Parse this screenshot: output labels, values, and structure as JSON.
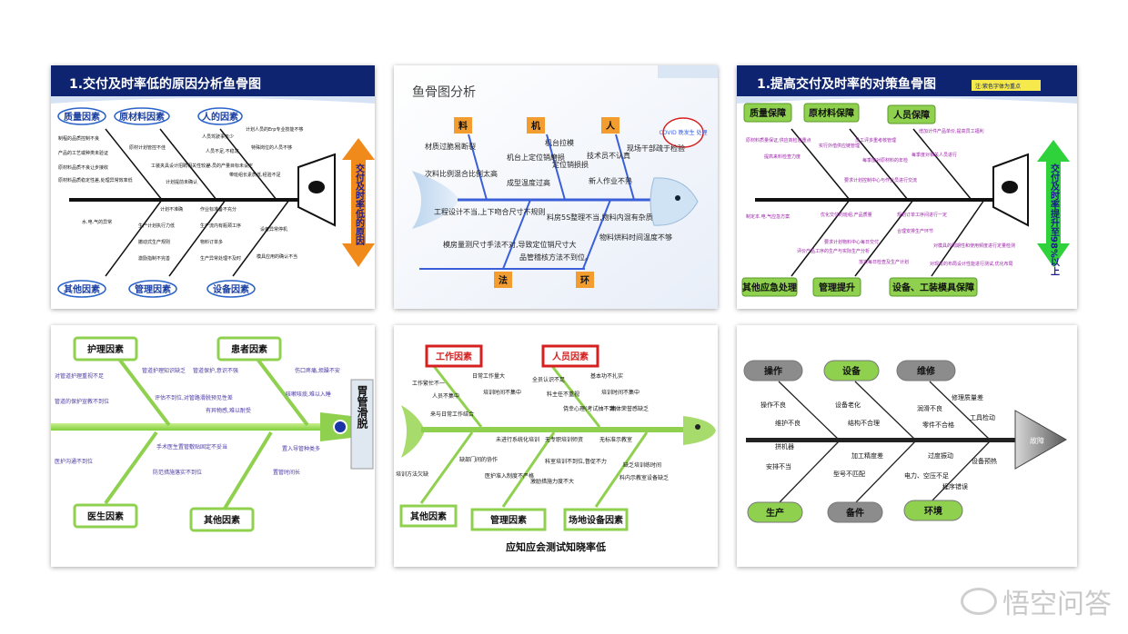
{
  "p1": {
    "title": "1.交付及时率低的原因分析鱼骨图",
    "head": "交付及时率低的原因",
    "cats": [
      "质量因素",
      "原材料因素",
      "人的因素",
      "其他因素",
      "管理因素",
      "设备因素"
    ],
    "upper": [
      "制程的品质控制不良",
      "产品的工艺或种类未验证",
      "原材料品质不良让步接收",
      "原材料品质稳定性差,处理异常效率低",
      "原材计划管控不佳",
      "工装夹具设计招聘相关性较差",
      "计划提前未确认",
      "人员驾驶事务少",
      "人员不足,不稳定",
      "人员的产量目标未设定",
      "计划人员的Erp专业技能不够",
      "特殊岗位的人员不够",
      "带班组长素质低,经验不足"
    ],
    "lower": [
      "水.电.气的异常",
      "计划不准确",
      "生产计划执行力低",
      "撤动式生产规则",
      "激励指制不完善",
      "作业标准备不充分",
      "生产流内有瓶颈工序",
      "物料订单多",
      "生产异常处理不及时",
      "设备异常停机",
      "模具应用的确认不当"
    ]
  },
  "p2": {
    "title": "鱼骨图分析",
    "cats": [
      "料",
      "机",
      "人",
      "法",
      "环"
    ],
    "head_note": "COVID 晚发生 处理",
    "upper": [
      "材质过脆易断裂",
      "次料比例混合比例太高",
      "机台上定位销磨损",
      "成型温度过高",
      "机台拉模",
      "定位销损损",
      "技术员不认真",
      "新人作业不熟",
      "现场干部疏于检验"
    ],
    "lower": [
      "工程设计不当,上下吻合尺寸不规则",
      "模房量测尺寸手法不对,导致定位销尺寸大",
      "品管稽核方法不到位。",
      "料房5S整理不当,物料内混有杂质",
      "物料烘料时间温度不够"
    ]
  },
  "p3": {
    "title": "1.提高交付及时率的对策鱼骨图",
    "note": "注:紫色字体为重点",
    "head": "交付及时率提升至98%以上",
    "cats": [
      "质量保障",
      "原材料保障",
      "人员保障",
      "其他应急处理",
      "管理提升",
      "设备、工装模具保障"
    ],
    "upper": [
      "原材料质量保证,供应商检验重点",
      "提高来料检查力度",
      "实行外借供应链管理",
      "员工评多重考核管理",
      "每季度对原材料的年检",
      "增加计件产品单价,提高员工福利",
      "每季度对相关人员进行",
      "要求计划控制中心与作业员进行交流"
    ],
    "lower": [
      "制定本.电.气应急方案",
      "优化交付的班组,产品质量",
      "要求计划物料中心每日交付",
      "评价产品工序的生产与实际生产分析",
      "落实每日检查及生产计划",
      "规划订单工序间进行一定",
      "合理安排生产环节",
      "对模具的周期性和使用频度进行定量检测",
      "对现有的布局设计性能进行测试,优化布局"
    ]
  },
  "p4": {
    "head": "胃管滑脱",
    "cats": [
      "护理因素",
      "患者因素",
      "医生因素",
      "其他因素"
    ],
    "upper": [
      "对管道护理重视不足",
      "管道护理知识缺乏",
      "管道的保护宣教不到位",
      "评估不到位,对管路滑脱预见性差",
      "管道保护,意识不强",
      "伤口疼痛,烦躁不安",
      "咳嗽咳痰,难以入睡",
      "有异物感,难以耐受"
    ],
    "lower": [
      "医护沟通不到位",
      "手术医生置管敷贴固定不妥当",
      "防范措施落实不到位",
      "置入导管种类多",
      "置管时间长"
    ]
  },
  "p5": {
    "caption": "应知应会测试知晓率低",
    "cats": [
      "工作因素",
      "人员因素",
      "其他因素",
      "管理因素",
      "场地设备因素"
    ],
    "upper": [
      "工作繁忙不一",
      "日常工作量大",
      "全员认识不足",
      "基本功不扎实",
      "人员不集中",
      "培训时间不集中",
      "料主任不重视",
      "培训时间不集中",
      "来与日常工作结合",
      "侥幸心理(考试抽不到)",
      "集体荣誉感缺乏"
    ],
    "lower": [
      "未进行系统化培训",
      "无专职培训师资",
      "无标准示教室",
      "缺乏培训练时间",
      "缺部门间的协作",
      "科室培训不到位,督促不力",
      "料内示教室设备缺乏",
      "培训方法欠缺",
      "医护准入制度不严格",
      "激励措施力度不大"
    ]
  },
  "p6": {
    "head": "故障",
    "cats": [
      "操作",
      "设备",
      "维修",
      "生产",
      "备件",
      "环境"
    ],
    "upper": [
      "操作不良",
      "维护不良",
      "拼机器",
      "安排不当",
      "设备老化",
      "结构不合理",
      "润滑不良",
      "零件不合格",
      "修理质量差",
      "工具检动"
    ],
    "lower": [
      "加工精度差",
      "型号不匹配",
      "过度振动",
      "设备预热",
      "电力、空压不足",
      "程序错误"
    ]
  },
  "watermark": "悟空问答",
  "colors": {
    "navy": "#0e2470",
    "p1cat": "#2a63c9",
    "p2cat": "#f39c2f",
    "p2bone": "#3a5fd9",
    "green": "#8fd14f",
    "p5cat": "#d62020"
  }
}
